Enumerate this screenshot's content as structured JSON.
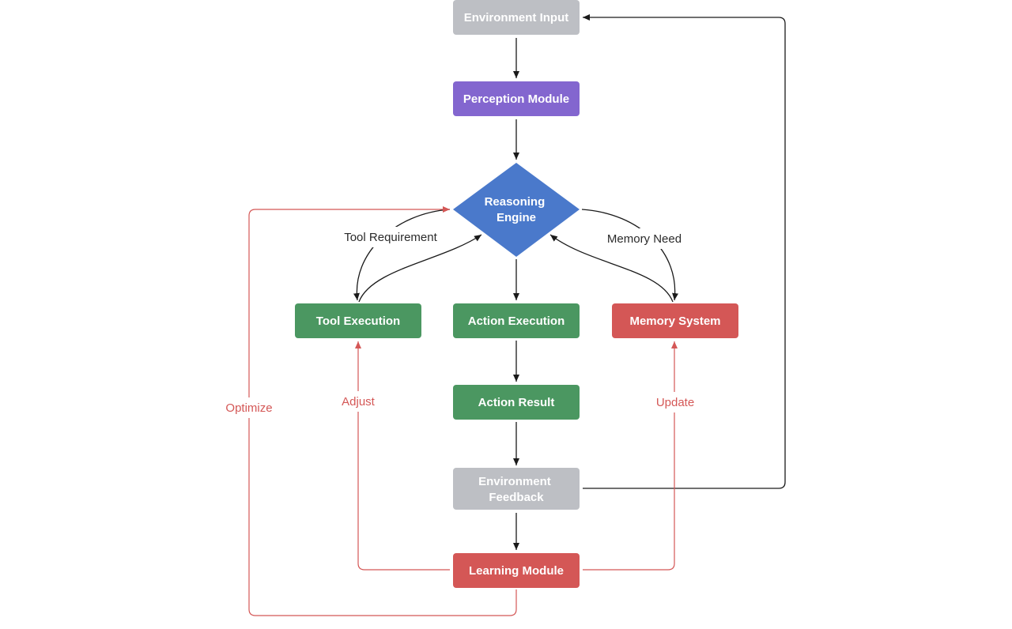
{
  "colors": {
    "gray": "#bdbfc4",
    "purple": "#8366cf",
    "blue": "#4a79cb",
    "green": "#4b9761",
    "red": "#d45756",
    "edge": "#1a1a1a",
    "feedback_edge": "#d45756"
  },
  "nodes": {
    "environment_input": "Environment Input",
    "perception_module": "Perception Module",
    "reasoning_engine": [
      "Reasoning",
      "Engine"
    ],
    "tool_execution": "Tool Execution",
    "action_execution": "Action Execution",
    "memory_system": "Memory System",
    "action_result": "Action Result",
    "environment_feedback": [
      "Environment",
      "Feedback"
    ],
    "learning_module": "Learning Module"
  },
  "edge_labels": {
    "tool_requirement": "Tool Requirement",
    "memory_need": "Memory Need",
    "optimize": "Optimize",
    "adjust": "Adjust",
    "update": "Update"
  }
}
